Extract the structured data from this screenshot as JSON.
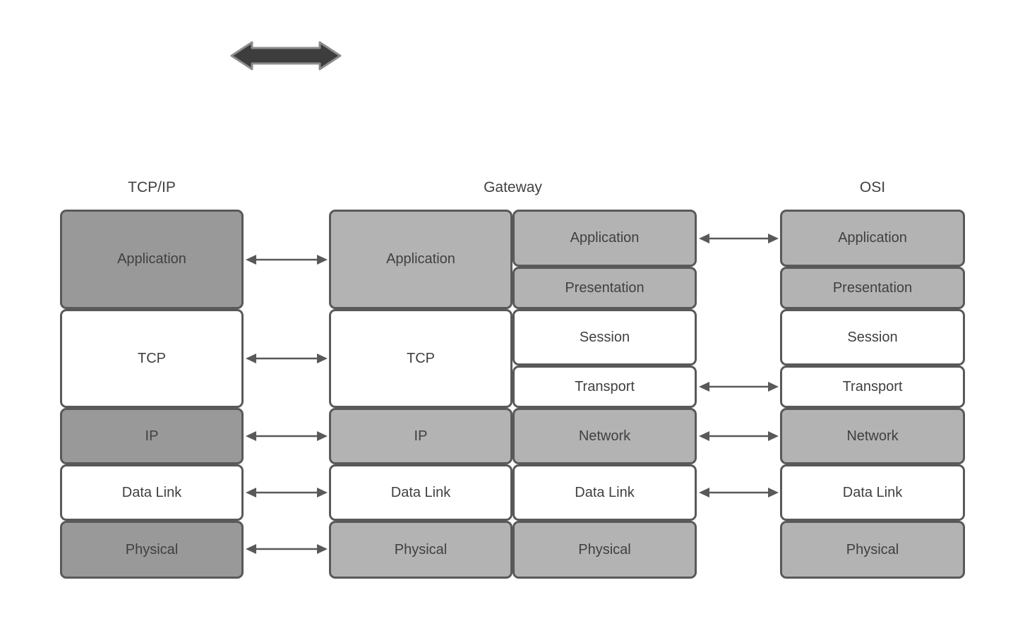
{
  "colors": {
    "background": "#ffffff",
    "box_dark": "#999999",
    "box_light": "#b3b3b3",
    "box_white": "#ffffff",
    "box_border": "#595959",
    "arrow": "#595959",
    "thick_arrow_fill": "#3d3d3d",
    "thick_arrow_stroke": "#8c8c8c",
    "text": "#404040"
  },
  "icons": {
    "top_arrow": "thick-horizontal-double-arrow"
  },
  "headers": {
    "tcpip": "TCP/IP",
    "gateway": "Gateway",
    "osi": "OSI"
  },
  "tcpip_stack": {
    "layers": [
      {
        "label": "Application"
      },
      {
        "label": "TCP"
      },
      {
        "label": "IP"
      },
      {
        "label": "Data Link"
      },
      {
        "label": "Physical"
      }
    ]
  },
  "gateway_left_stack": {
    "layers": [
      {
        "label": "Application"
      },
      {
        "label": "TCP"
      },
      {
        "label": "IP"
      },
      {
        "label": "Data Link"
      },
      {
        "label": "Physical"
      }
    ]
  },
  "gateway_right_stack": {
    "layers": [
      {
        "label": "Application"
      },
      {
        "label": "Presentation"
      },
      {
        "label": "Session"
      },
      {
        "label": "Transport"
      },
      {
        "label": "Network"
      },
      {
        "label": "Data Link"
      },
      {
        "label": "Physical"
      }
    ]
  },
  "osi_stack": {
    "layers": [
      {
        "label": "Application"
      },
      {
        "label": "Presentation"
      },
      {
        "label": "Session"
      },
      {
        "label": "Transport"
      },
      {
        "label": "Network"
      },
      {
        "label": "Data Link"
      },
      {
        "label": "Physical"
      }
    ]
  }
}
